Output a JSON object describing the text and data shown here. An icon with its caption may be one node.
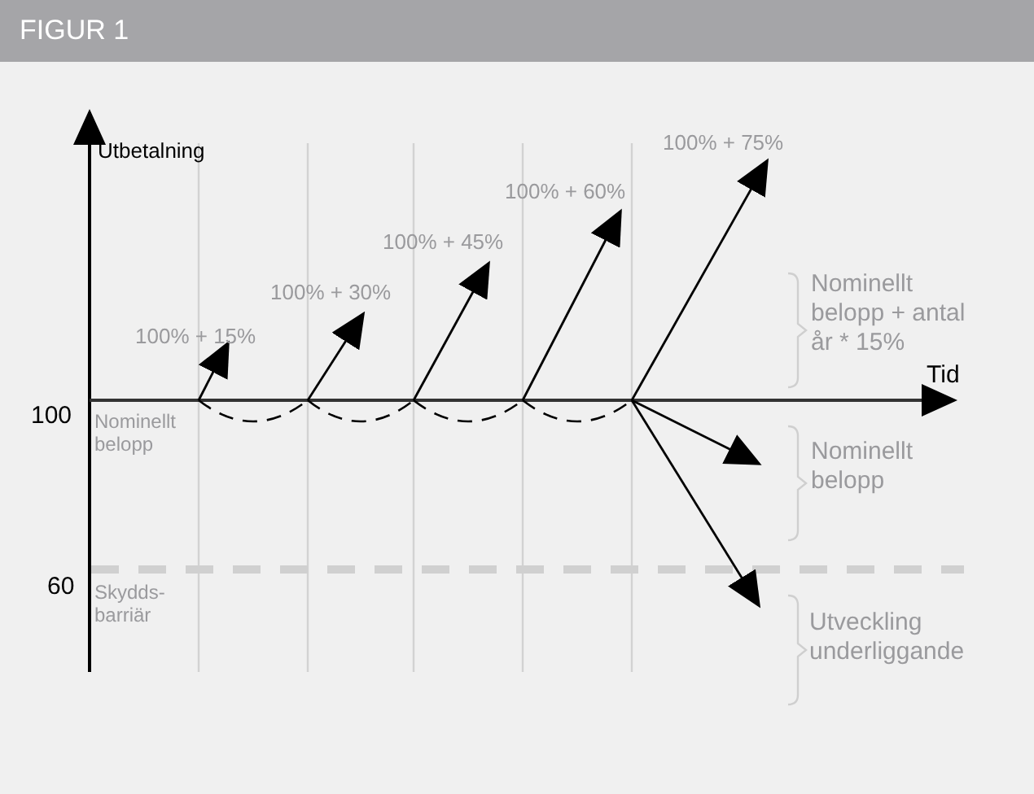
{
  "diagram": {
    "title": "FIGUR 1",
    "labels": [
      "Utbetalning",
      "100% + 75%",
      "100% + 60%",
      "100% + 45%",
      "100% + 30%",
      "Nominellt belopp + antal år * 15%",
      "100% + 15%",
      "Tid",
      "100",
      "Nominellt belopp",
      "Nominellt belopp",
      "60",
      "Skydds- barriär",
      "Utveckling underliggande"
    ]
  }
}
